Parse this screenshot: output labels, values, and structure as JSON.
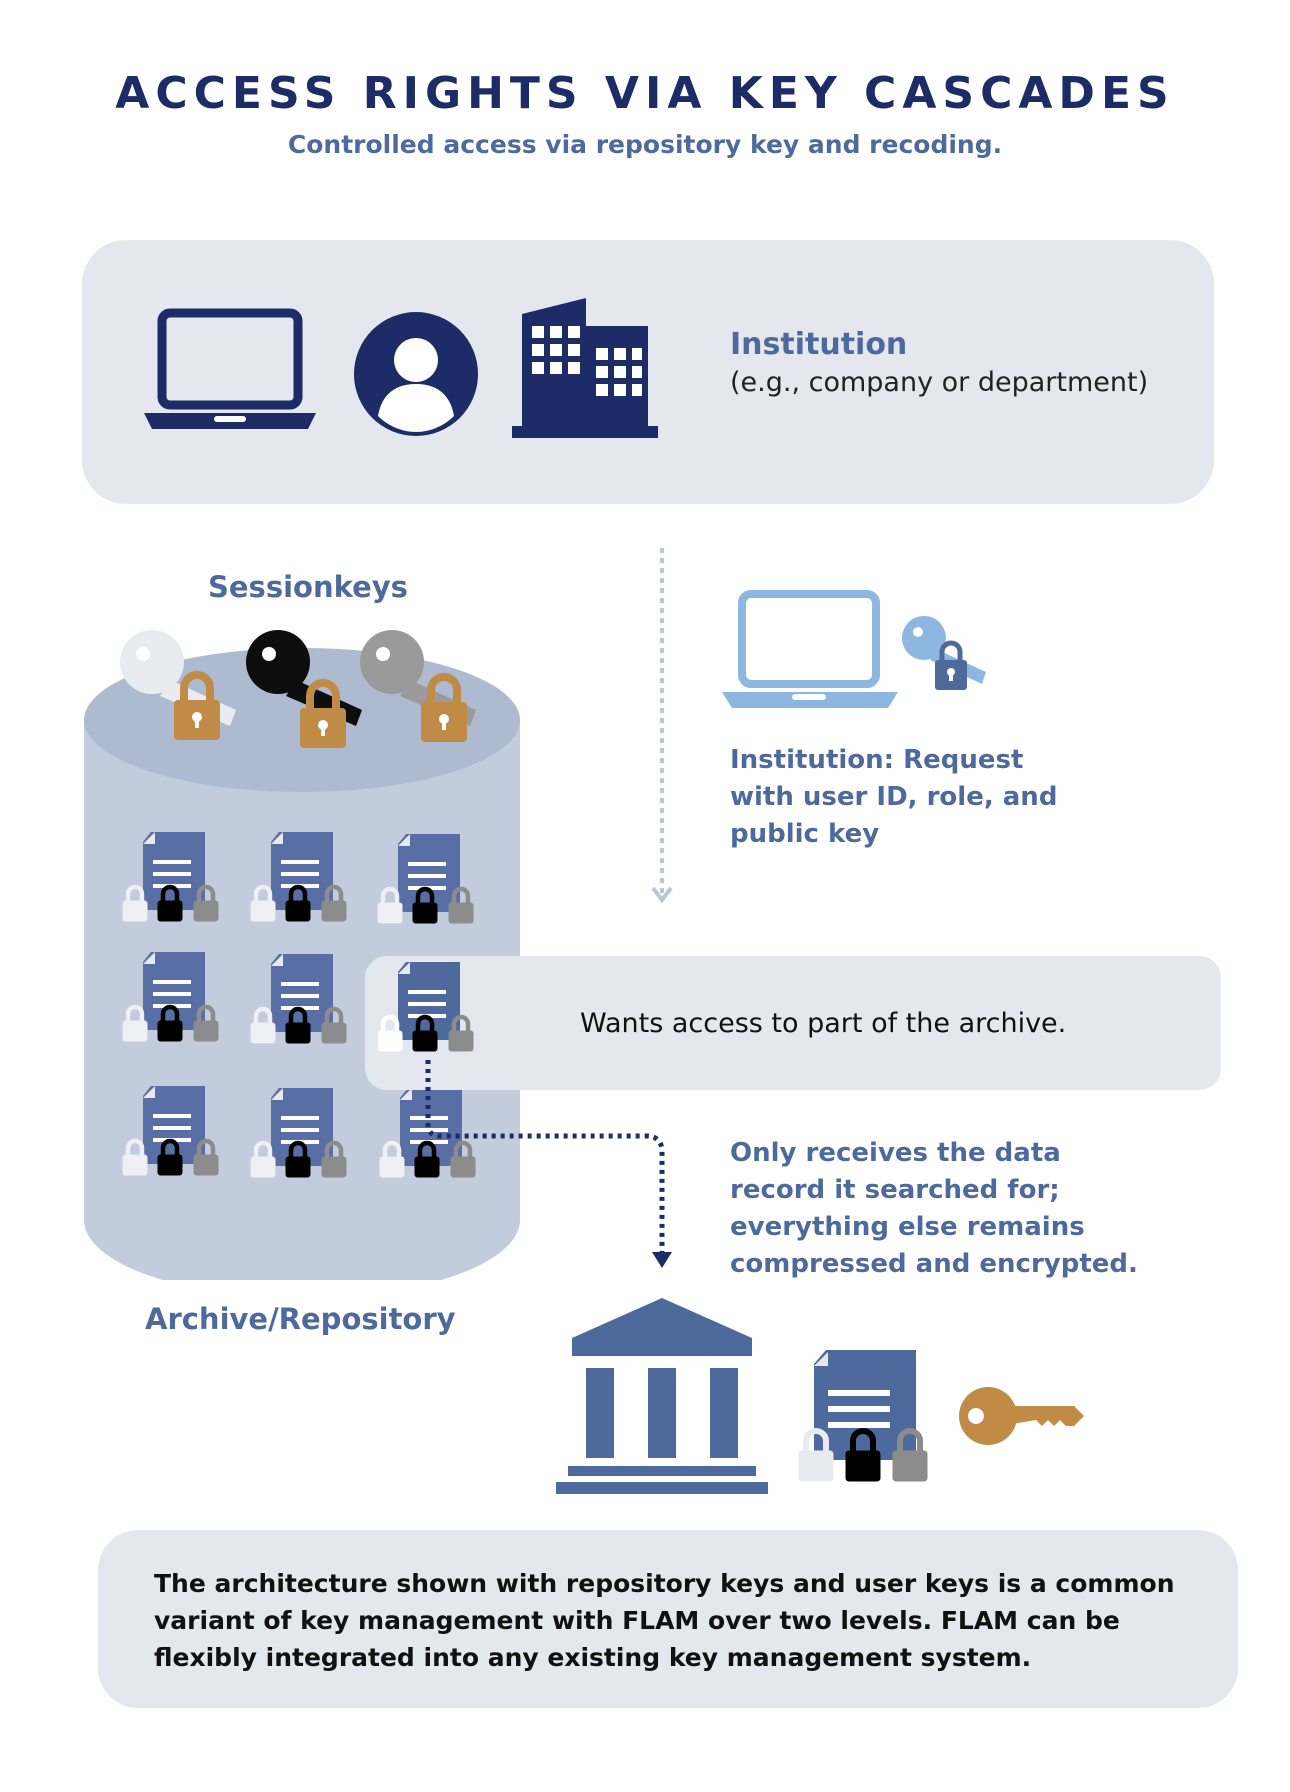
{
  "header": {
    "title": "ACCESS RIGHTS VIA KEY CASCADES",
    "subtitle": "Controlled access via repository key and recoding."
  },
  "institution": {
    "title": "Institution",
    "description": "(e.g., company or department)",
    "icons": [
      "laptop-icon",
      "user-avatar-icon",
      "office-building-icon"
    ]
  },
  "sessionkeys": {
    "label": "Sessionkeys",
    "keys": [
      "light-gray",
      "black",
      "gray"
    ]
  },
  "request": {
    "text": "Institution: Request with user ID, role, and public key"
  },
  "access": {
    "text": "Wants access to part of the archive."
  },
  "result": {
    "text": "Only receives the data record it searched for; everything else remains compressed and encrypted."
  },
  "archive": {
    "label": "Archive/Repository"
  },
  "footer": {
    "text": "The architecture shown with repository keys and user keys is a common variant of key management with FLAM over two levels. FLAM can be flexibly integrated into any existing key management system."
  },
  "colors": {
    "navy": "#1d2c66",
    "accent_blue": "#4e6a9c",
    "light_blue": "#8db6e0",
    "gold": "#c08a47",
    "panel": "#e4e8ee",
    "cylinder": "#c3ccdc"
  }
}
